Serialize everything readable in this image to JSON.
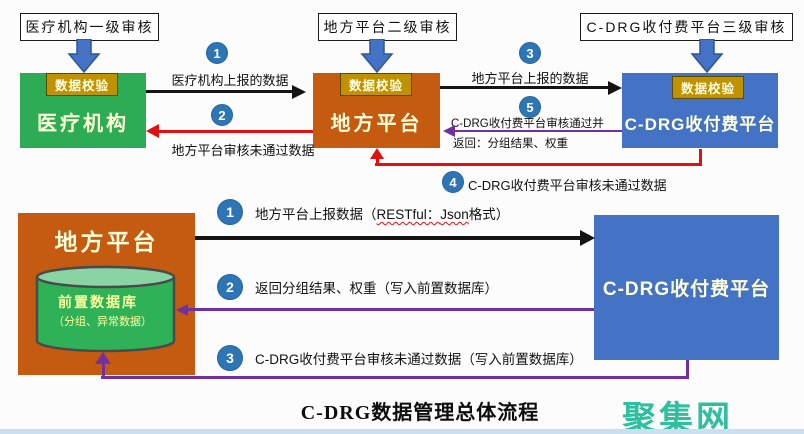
{
  "top": {
    "review_labels": [
      "医疗机构一级审核",
      "地方平台二级审核",
      "C-DRG收付费平台三级审核"
    ],
    "boxes": [
      {
        "title": "医疗机构",
        "badge": "数据校验"
      },
      {
        "title": "地方平台",
        "badge": "数据校验"
      },
      {
        "title": "C-DRG收付费平台",
        "badge": "数据校验"
      }
    ],
    "flows": {
      "f1": {
        "num": "1",
        "label": "医疗机构上报的数据"
      },
      "f2": {
        "num": "2",
        "label": "地方平台审核未通过数据"
      },
      "f3": {
        "num": "3",
        "label": "地方平台上报的数据"
      },
      "f4": {
        "num": "4",
        "label": "C-DRG收付费平台审核未通过数据"
      },
      "f5": {
        "num": "5",
        "line1": "C-DRG收付费平台审核通过并",
        "line2": "返回：分组结果、权重"
      }
    }
  },
  "bottom": {
    "platform_title": "地方平台",
    "database": {
      "title": "前置数据库",
      "subtitle": "（分组、异常数据）"
    },
    "cdrg_title": "C-DRG收付费平台",
    "flows": {
      "f1": {
        "num": "1",
        "part1": "地方平台上报数据（",
        "restful": "RESTful：",
        "json": "Json",
        "part2": "格式）"
      },
      "f2": {
        "num": "2",
        "label": "返回分组结果、权重（写入前置数据库）"
      },
      "f3": {
        "num": "3",
        "label": "C-DRG收付费平台审核未通过数据（写入前置数据库）"
      }
    }
  },
  "footer": {
    "caption": "C-DRG数据管理总体流程",
    "watermark": "聚集网"
  },
  "colors": {
    "green_box": "#2EAC55",
    "orange_box": "#C55A11",
    "blue_box": "#4472C4",
    "gold_badge": "#C09202",
    "step_circle": "#2E75B6",
    "arrow_black": "#141414",
    "arrow_red": "#E01010",
    "arrow_purple": "#7030A0",
    "cylinder_top": "#8AD3A3",
    "cylinder_body": "#2FB158",
    "watermark_teal": "#2FBF9F"
  }
}
